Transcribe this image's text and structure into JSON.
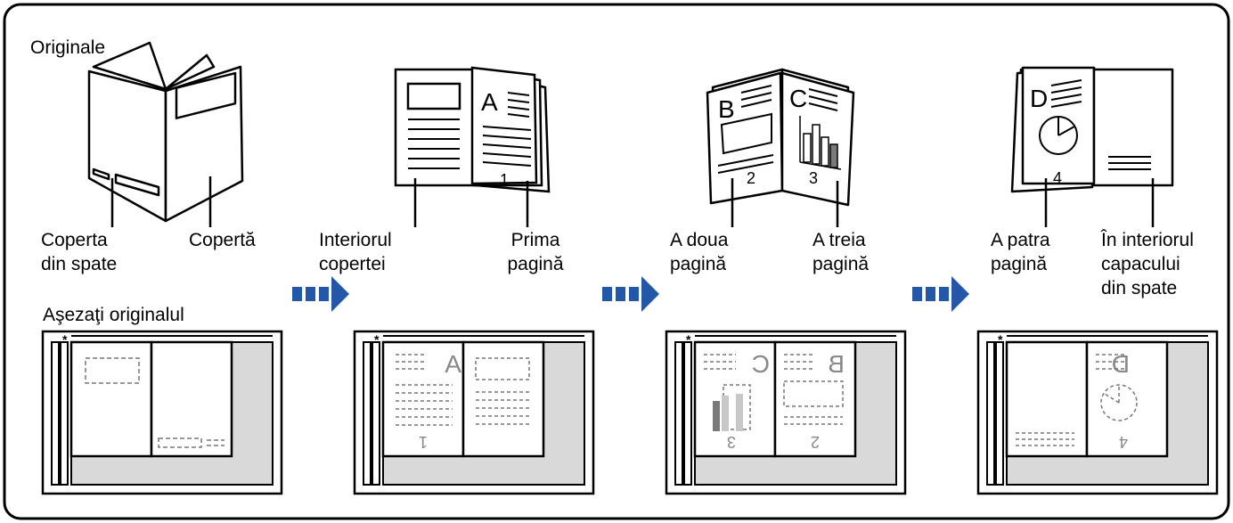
{
  "labels": {
    "originals": "Originale",
    "back_cover": [
      "Coperta",
      "din spate"
    ],
    "cover": "Copertă",
    "inside_cover": [
      "Interiorul",
      "copertei"
    ],
    "first_page": [
      "Prima",
      "pagină"
    ],
    "second_page": [
      "A doua",
      "pagină"
    ],
    "third_page": [
      "A treia",
      "pagină"
    ],
    "fourth_page": [
      "A patra",
      "pagină"
    ],
    "inside_back_cover": [
      "În interiorul",
      "capacului",
      "din spate"
    ],
    "place_original": "Aşezaţi originalul"
  },
  "page_letters": [
    "A",
    "B",
    "C",
    "D"
  ],
  "page_numbers": [
    "1",
    "2",
    "3",
    "4"
  ],
  "colors": {
    "frame": "#000000",
    "arrow": "#2457a8",
    "glass_area": "#d9d9d9",
    "chart_bar_dark": "#7a7a7a",
    "chart_bar_light": "#c8c8c8"
  },
  "icons": [
    "arrow-right-icon",
    "open-booklet-icon",
    "scanner-glass-icon",
    "pie-chart-icon",
    "bar-chart-icon"
  ]
}
